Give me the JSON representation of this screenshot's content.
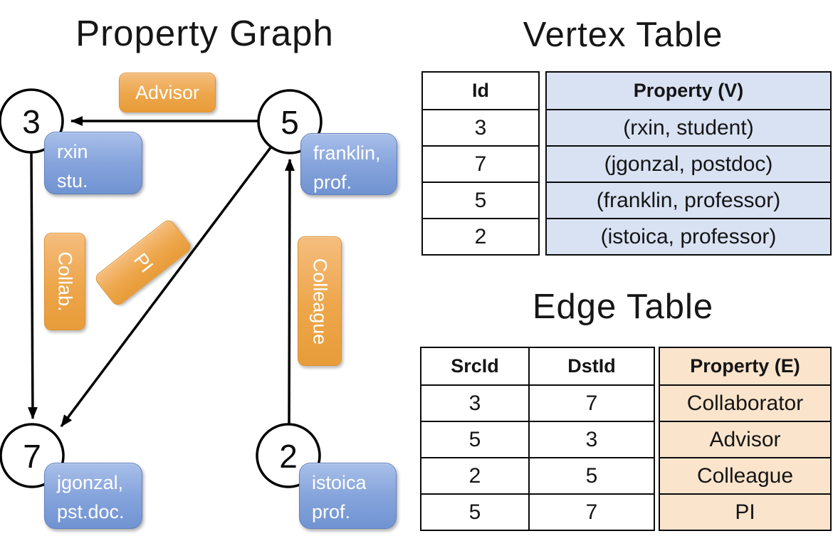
{
  "titles": {
    "graph": "Property Graph",
    "vertex": "Vertex Table",
    "edge": "Edge Table"
  },
  "graph": {
    "nodes": [
      {
        "id": "3",
        "prop_line1": "rxin",
        "prop_line2": "stu."
      },
      {
        "id": "5",
        "prop_line1": "franklin,",
        "prop_line2": "prof."
      },
      {
        "id": "7",
        "prop_line1": "jgonzal,",
        "prop_line2": "pst.doc."
      },
      {
        "id": "2",
        "prop_line1": "istoica",
        "prop_line2": "prof."
      }
    ],
    "edge_labels": [
      {
        "text": "Advisor"
      },
      {
        "text": "Collab."
      },
      {
        "text": "PI"
      },
      {
        "text": "Colleague"
      }
    ]
  },
  "vertex_table": {
    "headers": {
      "id": "Id",
      "property": "Property (V)"
    },
    "rows": [
      {
        "id": "3",
        "property": "(rxin, student)"
      },
      {
        "id": "7",
        "property": "(jgonzal, postdoc)"
      },
      {
        "id": "5",
        "property": "(franklin, professor)"
      },
      {
        "id": "2",
        "property": "(istoica, professor)"
      }
    ]
  },
  "edge_table": {
    "headers": {
      "src": "SrcId",
      "dst": "DstId",
      "property": "Property (E)"
    },
    "rows": [
      {
        "src": "3",
        "dst": "7",
        "property": "Collaborator"
      },
      {
        "src": "5",
        "dst": "3",
        "property": "Advisor"
      },
      {
        "src": "2",
        "dst": "5",
        "property": "Colleague"
      },
      {
        "src": "5",
        "dst": "7",
        "property": "PI"
      }
    ]
  },
  "colors": {
    "edge_label_orange": "#EDA64A",
    "vertex_property_blue": "#86A4DC",
    "vertex_cell_bg": "#D9E2F3",
    "edge_cell_bg": "#FAE4CC",
    "line": "#000000"
  }
}
